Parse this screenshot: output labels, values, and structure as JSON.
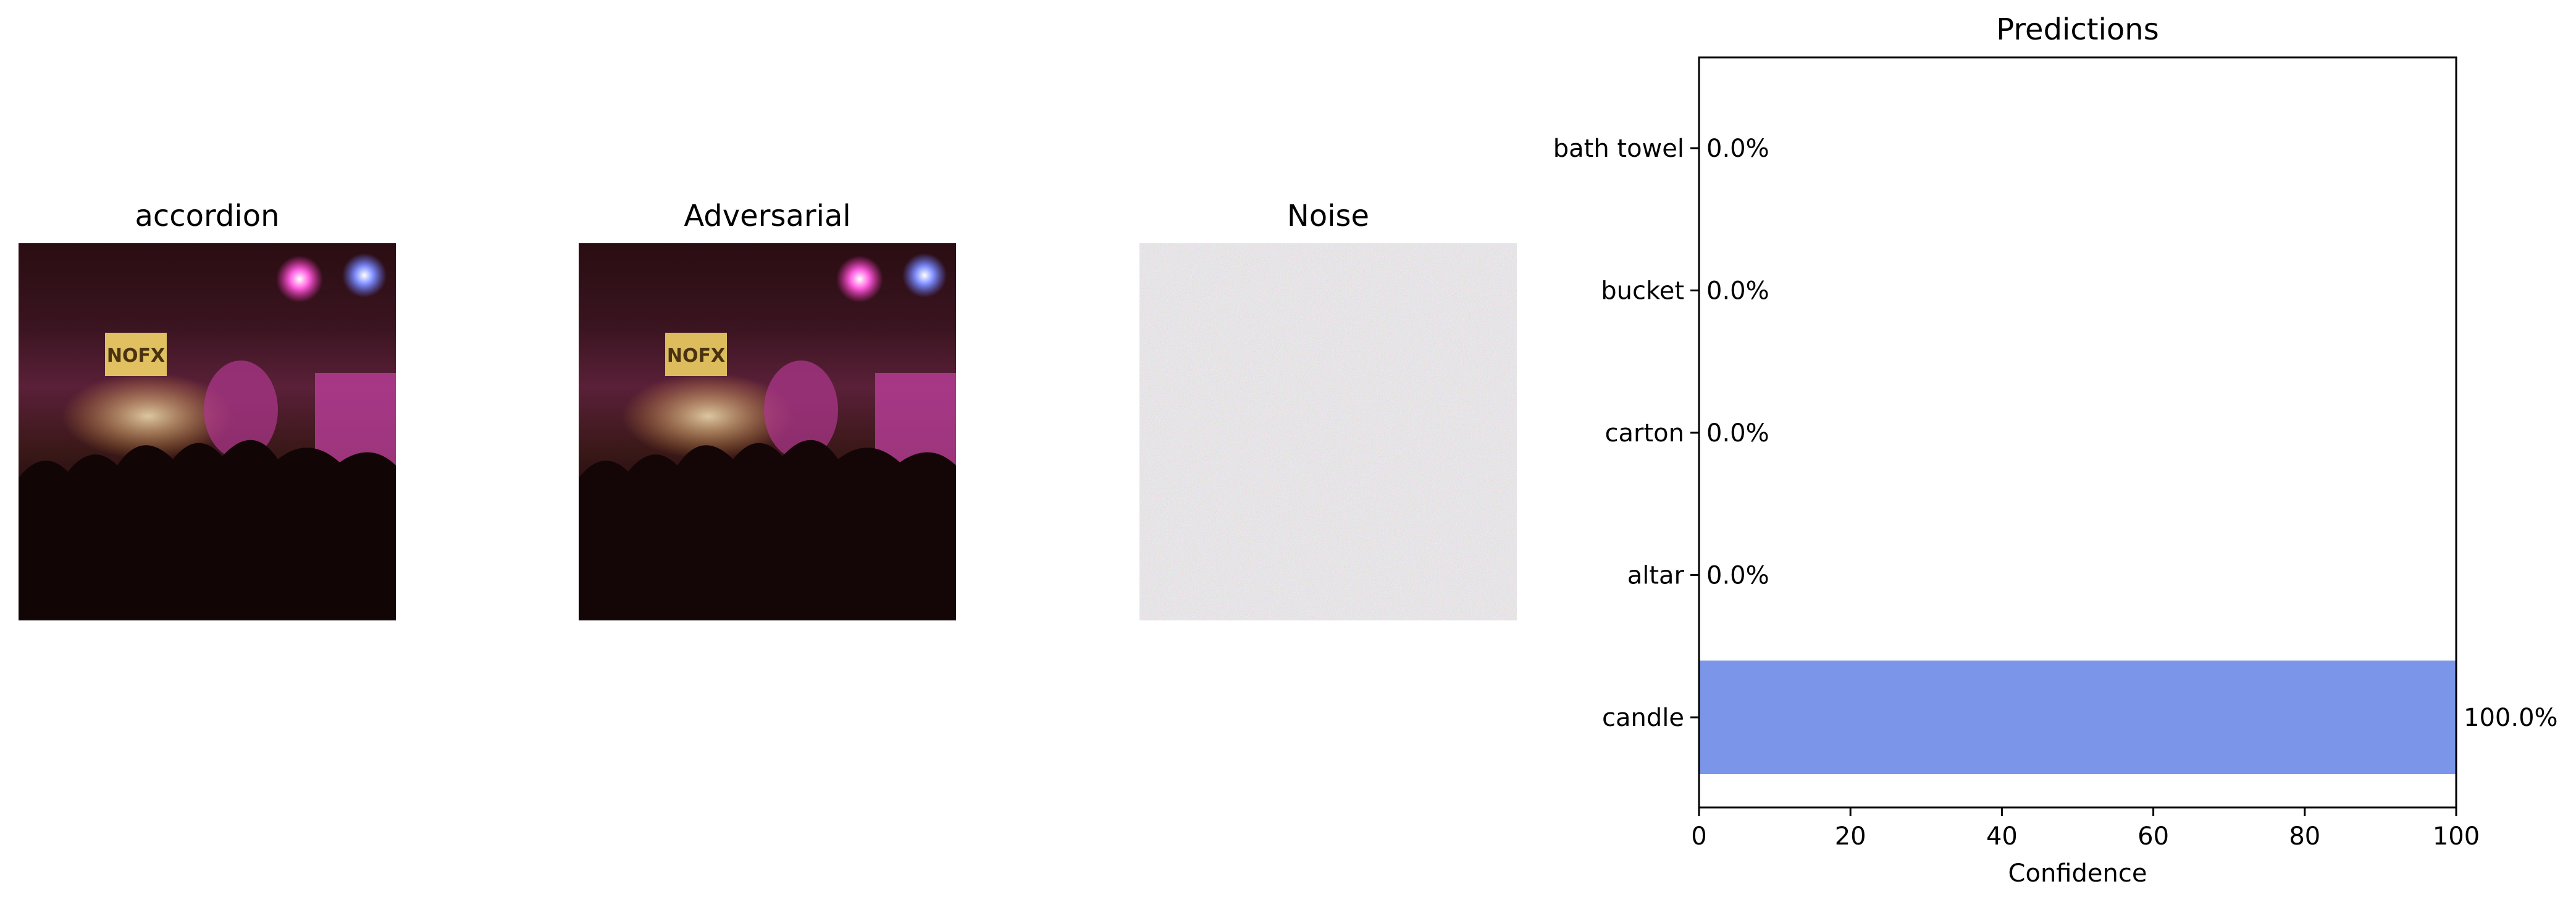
{
  "panels": {
    "original_title": "accordion",
    "adversarial_title": "Adversarial",
    "noise_title": "Noise",
    "banner_text": "NOFX"
  },
  "chart_data": {
    "type": "bar",
    "orientation": "horizontal",
    "title": "Predictions",
    "xlabel": "Confidence",
    "ylabel": "",
    "xlim": [
      0,
      100
    ],
    "x_ticks": [
      "0",
      "20",
      "40",
      "60",
      "80",
      "100"
    ],
    "categories": [
      "bath towel",
      "bucket",
      "carton",
      "altar",
      "candle"
    ],
    "values": [
      0.0,
      0.0,
      0.0,
      0.0,
      100.0
    ],
    "value_labels": [
      "0.0%",
      "0.0%",
      "0.0%",
      "0.0%",
      "100.0%"
    ],
    "bar_color": "#7b96e8",
    "grid": false,
    "legend": "none"
  }
}
